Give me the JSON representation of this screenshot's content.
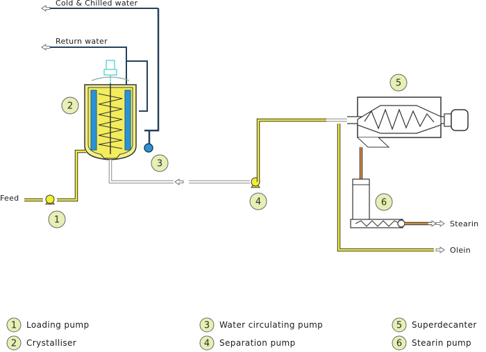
{
  "labels": {
    "cold_chilled_water": "Cold & Chilled water",
    "return_water": "Return water",
    "feed": "Feed",
    "stearin": "Stearin",
    "olein": "Olein"
  },
  "markers": [
    "1",
    "2",
    "3",
    "4",
    "5",
    "6"
  ],
  "legend": [
    {
      "num": "1",
      "text": "Loading pump"
    },
    {
      "num": "2",
      "text": "Crystalliser"
    },
    {
      "num": "3",
      "text": "Water circulating pump"
    },
    {
      "num": "4",
      "text": "Separation pump"
    },
    {
      "num": "5",
      "text": "Superdecanter"
    },
    {
      "num": "6",
      "text": "Stearin pump"
    }
  ],
  "colors": {
    "product_line": "#f2ee36",
    "water_line": "#25405a",
    "marker_fill": "#e8efb4",
    "vessel_fill": "#f5f088",
    "coil_blue": "#2a93d6",
    "stearin_line": "#d98a3a",
    "pipe_grey": "#a0a0a0"
  }
}
